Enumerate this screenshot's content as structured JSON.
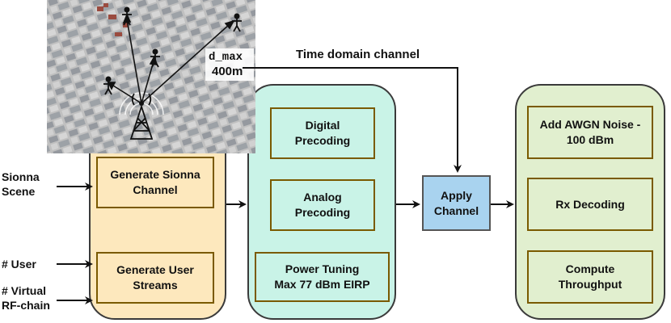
{
  "inputs": {
    "sionna_scene": "Sionna\nScene",
    "num_user": "# User",
    "num_virtual_rf_chain": "# Virtual\nRF-chain"
  },
  "scene_image": {
    "dmax_label": "d_max",
    "distance_label": "400m"
  },
  "time_domain_label": "Time domain channel",
  "stage1": {
    "generate_channel": "Generate Sionna\nChannel",
    "generate_streams": "Generate User\nStreams"
  },
  "stage2": {
    "digital_precoding": "Digital\nPrecoding",
    "analog_precoding": "Analog\nPrecoding",
    "power_tuning": "Power Tuning\nMax 77 dBm EIRP"
  },
  "apply_channel": "Apply\nChannel",
  "stage3": {
    "add_awgn": "Add AWGN Noise -\n100 dBm",
    "rx_decoding": "Rx Decoding",
    "compute_throughput": "Compute\nThroughput"
  },
  "colors": {
    "stage1_fill": "#fde8bd",
    "stage2_fill": "#c9f3e7",
    "stage3_fill": "#e1efcf",
    "apply_fill": "#a9d3ef",
    "box_border": "#7a5a00",
    "arrow": "#111111"
  }
}
